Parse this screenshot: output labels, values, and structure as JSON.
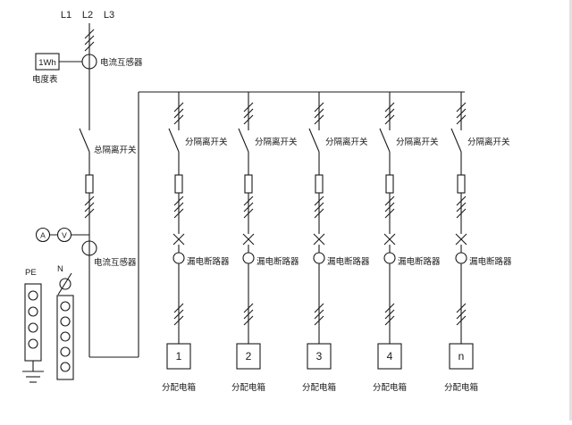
{
  "diagram": {
    "phase_labels": [
      "L1",
      "L2",
      "L3"
    ],
    "meter": {
      "label": "1Wh",
      "caption": "电度表"
    },
    "ct_top_label": "电流互感器",
    "main_switch_label": "总隔离开关",
    "ammeter_label": "A",
    "voltmeter_label": "V",
    "ct_bottom_label": "电流互感器",
    "pe_label": "PE",
    "n_label": "N"
  },
  "branches": [
    {
      "switch_label": "分隔离开关",
      "breaker_label": "漏电断路器",
      "box_number": "1",
      "box_caption": "分配电箱"
    },
    {
      "switch_label": "分隔离开关",
      "breaker_label": "漏电断路器",
      "box_number": "2",
      "box_caption": "分配电箱"
    },
    {
      "switch_label": "分隔离开关",
      "breaker_label": "漏电断路器",
      "box_number": "3",
      "box_caption": "分配电箱"
    },
    {
      "switch_label": "分隔离开关",
      "breaker_label": "漏电断路器",
      "box_number": "4",
      "box_caption": "分配电箱"
    },
    {
      "switch_label": "分隔离开关",
      "breaker_label": "漏电断路器",
      "box_number": "n",
      "box_caption": "分配电箱"
    }
  ],
  "colors": {
    "line": "#1a1a1a",
    "background": "#ffffff"
  }
}
